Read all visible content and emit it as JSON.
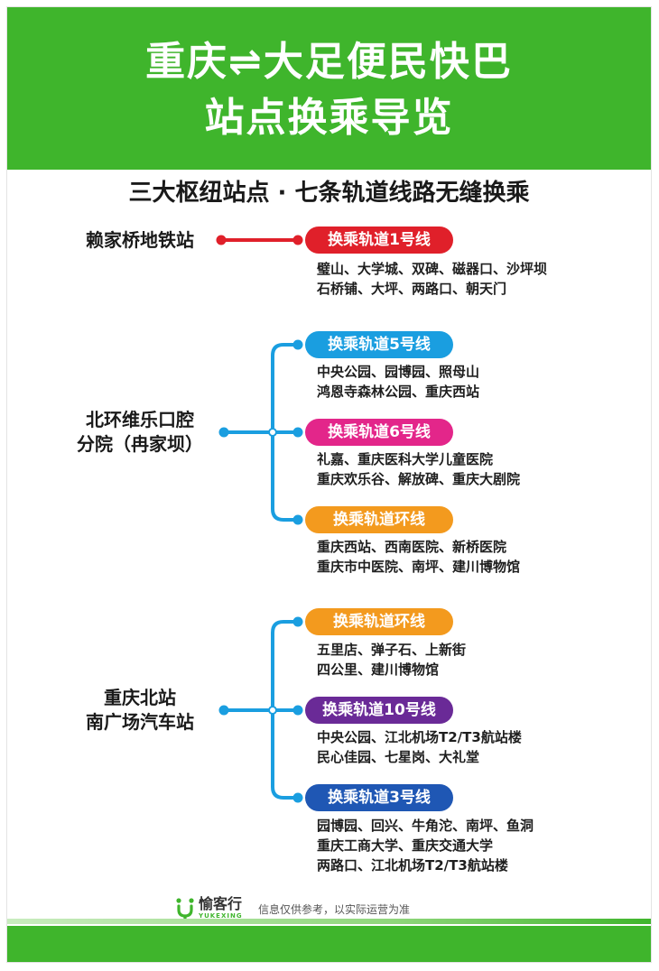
{
  "header": {
    "title_line1": "重庆⇌大足便民快巴",
    "title_line2": "站点换乘导览"
  },
  "subtitle": "三大枢纽站点 · 七条轨道线路无缝换乘",
  "colors": {
    "header_green": "#3fb52c",
    "line1_red": "#e0202a",
    "line5_blue": "#1a9ee0",
    "line6_magenta": "#e3268a",
    "loop_orange": "#f39a1e",
    "line10_purple": "#6a2a97",
    "line3_navy": "#1f57b4",
    "connector_blue": "#1a9ee0"
  },
  "hubs": [
    {
      "name_lines": [
        "赖家桥地铁站"
      ],
      "transfers": [
        {
          "label": "换乘轨道1号线",
          "color": "#e0202a",
          "stations": [
            "璧山、大学城、双碑、磁器口、沙坪坝",
            "石桥铺、大坪、两路口、朝天门"
          ]
        }
      ]
    },
    {
      "name_lines": [
        "北环维乐口腔",
        "分院（冉家坝）"
      ],
      "transfers": [
        {
          "label": "换乘轨道5号线",
          "color": "#1a9ee0",
          "stations": [
            "中央公园、园博园、照母山",
            "鸿恩寺森林公园、重庆西站"
          ]
        },
        {
          "label": "换乘轨道6号线",
          "color": "#e3268a",
          "stations": [
            "礼嘉、重庆医科大学儿童医院",
            "重庆欢乐谷、解放碑、重庆大剧院"
          ]
        },
        {
          "label": "换乘轨道环线",
          "color": "#f39a1e",
          "stations": [
            "重庆西站、西南医院、新桥医院",
            "重庆市中医院、南坪、建川博物馆"
          ]
        }
      ]
    },
    {
      "name_lines": [
        "重庆北站",
        "南广场汽车站"
      ],
      "transfers": [
        {
          "label": "换乘轨道环线",
          "color": "#f39a1e",
          "stations": [
            "五里店、弹子石、上新街",
            "四公里、建川博物馆"
          ]
        },
        {
          "label": "换乘轨道10号线",
          "color": "#6a2a97",
          "stations": [
            "中央公园、江北机场T2/T3航站楼",
            "民心佳园、七星岗、大礼堂"
          ]
        },
        {
          "label": "换乘轨道3号线",
          "color": "#1f57b4",
          "stations": [
            "园博园、回兴、牛角沱、南坪、鱼洞",
            "重庆工商大学、重庆交通大学",
            "两路口、江北机场T2/T3航站楼"
          ]
        }
      ]
    }
  ],
  "footer": {
    "logo_text": "愉客行",
    "logo_subtext": "YUKEXING",
    "notice": "信息仅供参考，以实际运营为准"
  }
}
